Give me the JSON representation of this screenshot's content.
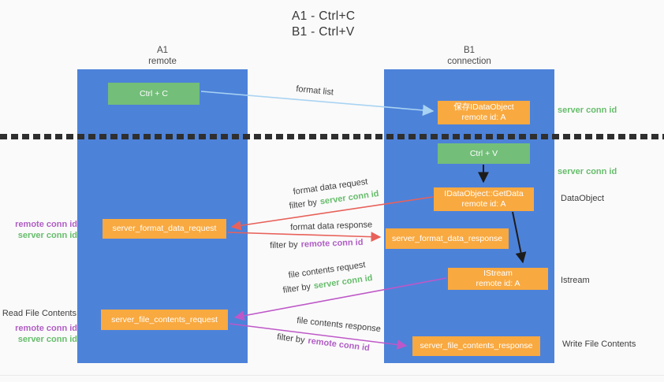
{
  "title": {
    "line1": "A1 - Ctrl+C",
    "line2": "B1 - Ctrl+V"
  },
  "lanes": {
    "left": {
      "name": "A1",
      "subtitle": "remote"
    },
    "right": {
      "name": "B1",
      "subtitle": "connection"
    }
  },
  "nodes": {
    "ctrl_c": {
      "label": "Ctrl + C"
    },
    "ctrl_v": {
      "label": "Ctrl + V"
    },
    "save_dataobject": {
      "line1": "保存IDataObject",
      "line2": "remote id: A"
    },
    "getdata": {
      "line1": "IDataObject::GetData",
      "line2": "remote id: A"
    },
    "istream": {
      "line1": "IStream",
      "line2": "remote id: A"
    },
    "server_format_data_request": {
      "label": "server_format_data_request"
    },
    "server_format_data_response": {
      "label": "server_format_data_response"
    },
    "server_file_contents_request": {
      "label": "server_file_contents_request"
    },
    "server_file_contents_response": {
      "label": "server_file_contents_response"
    }
  },
  "edge_labels": {
    "format_list": "format list",
    "format_data_request": "format data request",
    "format_data_response": "format data response",
    "file_contents_request": "file contents request",
    "file_contents_response": "file contents response",
    "filter_by": "filter by",
    "server_conn_id": "server conn id",
    "remote_conn_id": "remote conn id"
  },
  "side_labels": {
    "server_conn_id_top": "server conn id",
    "server_conn_id_mid": "server conn id",
    "dataobject": "DataObject",
    "istream": "Istream",
    "write_file_contents": "Write File Contents",
    "read_file_contents": "Read File Contents",
    "remote_conn_id_upper": "remote conn id",
    "server_conn_id_upper": "server conn id",
    "remote_conn_id_lower": "remote conn id",
    "server_conn_id_lower": "server conn id"
  },
  "colors": {
    "lane_blue": "#4d82d9",
    "node_green": "#73be79",
    "node_orange": "#f8a940",
    "arrow_light_blue": "#a8d3f2",
    "arrow_red": "#e8615a",
    "arrow_magenta": "#be58c8",
    "arrow_black": "#1c1c1c",
    "label_green": "#66bd6b",
    "label_purple": "#b05ec5",
    "text_dark": "#3d3d3d"
  }
}
